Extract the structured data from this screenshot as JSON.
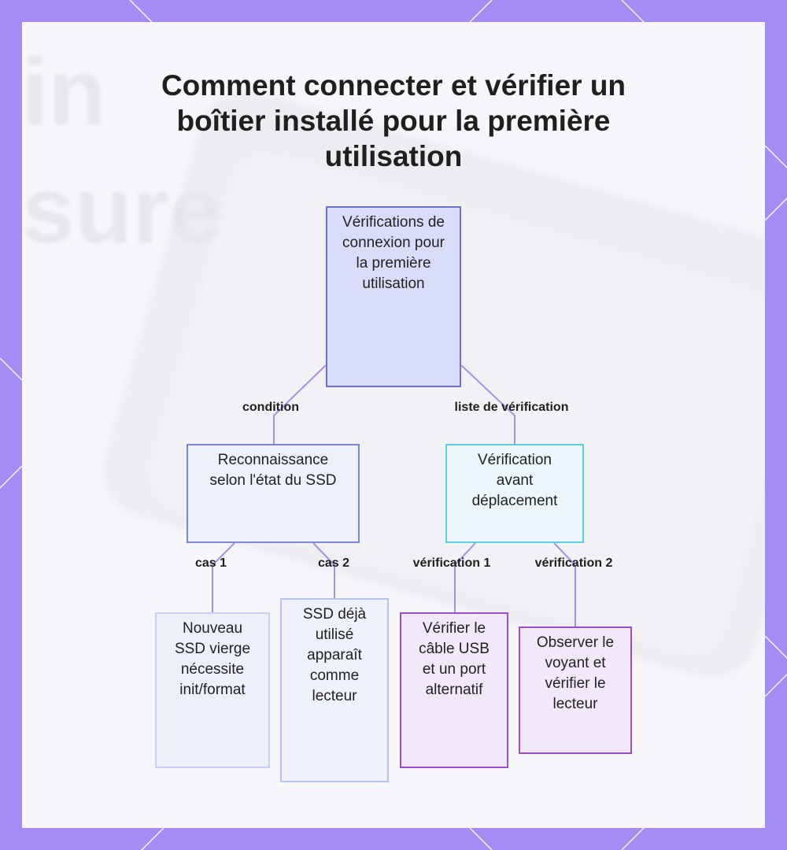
{
  "title": "Comment connecter et vérifier un boîtier installé pour la première utilisation",
  "watermark": [
    "in",
    "sure"
  ],
  "nodes": {
    "root": {
      "text": "Vérifications de connexion pour la première utilisation"
    },
    "recognition": {
      "text": "Reconnaissance selon l'état du SSD"
    },
    "verification": {
      "text": "Vérification avant déplacement"
    },
    "new_ssd": {
      "text": "Nouveau SSD vierge nécessite init/format"
    },
    "used_ssd": {
      "text": "SSD déjà utilisé apparaît comme lecteur"
    },
    "check_cable": {
      "text": "Vérifier le câble USB et un port alternatif"
    },
    "observe_led": {
      "text": "Observer le voyant et vérifier le lecteur"
    }
  },
  "edges": {
    "condition": "condition",
    "checklist": "liste de vérification",
    "case1": "cas 1",
    "case2": "cas 2",
    "verif1": "vérification 1",
    "verif2": "vérification 2"
  },
  "colors": {
    "frame": "#a48cf5",
    "root_fill": "#dadcfb",
    "root_border": "#6f70c8",
    "recognition_border": "#7e86d8",
    "verification_border": "#5ccfdf",
    "used_border": "#b8c4ef",
    "check_border": "#9b4fc6",
    "connector": "#a98ee6"
  }
}
